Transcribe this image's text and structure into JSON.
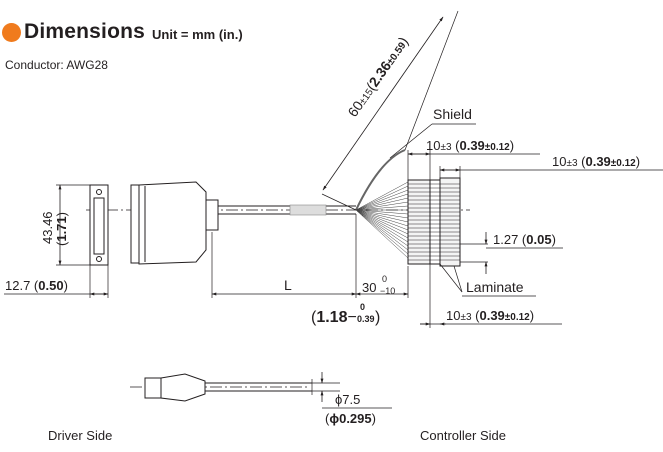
{
  "header": {
    "title": "Dimensions",
    "unit": "Unit = mm (in.)",
    "conductor": "Conductor: AWG28",
    "accent_color": "#f07b1d"
  },
  "dims": {
    "cable_len": "60",
    "cable_len_tol": "±15",
    "cable_len_in_open": "(",
    "cable_len_in": "2.36",
    "cable_len_in_tol": "±0.59",
    "cable_len_in_close": ")",
    "shield": "Shield",
    "tenpm3_a": "10",
    "tenpm3_a_tol": "±3",
    "tenpm3_a_in": "0.39",
    "tenpm3_a_in_tol": "±0.12",
    "tenpm3_b": "10",
    "tenpm3_b_tol": "±3",
    "tenpm3_b_in": "0.39",
    "tenpm3_b_in_tol": "±0.12",
    "tenpm3_c": "10",
    "tenpm3_c_tol": "±3",
    "tenpm3_c_in": "0.39",
    "tenpm3_c_in_tol": "±0.12",
    "pitch": "1.27",
    "pitch_in": "0.05",
    "laminate": "Laminate",
    "height": "43.46",
    "height_in": "1.71",
    "width": "12.7",
    "width_in": "0.50",
    "length": "L",
    "strip": "30",
    "strip_up": "0",
    "strip_down": "−10",
    "strip_in": "1.18",
    "strip_in_up": "0",
    "strip_in_down": "0.39",
    "phi": "ϕ7.5",
    "phi_in": "ϕ0.295"
  },
  "labels": {
    "driver_side": "Driver Side",
    "controller_side": "Controller Side"
  }
}
